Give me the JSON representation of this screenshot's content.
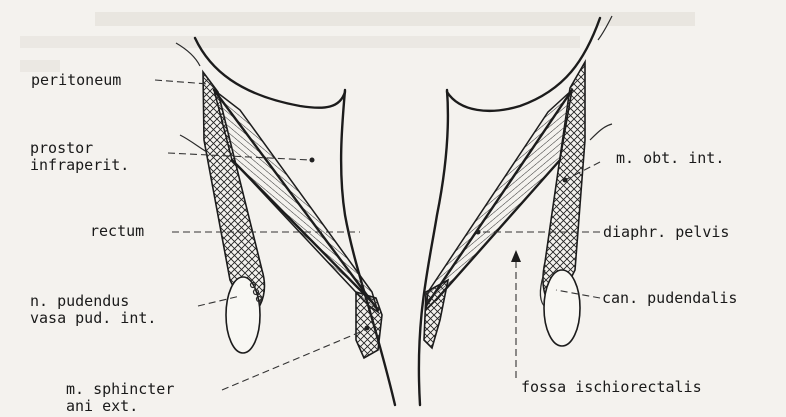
{
  "labels": {
    "peritoneum": "peritoneum",
    "prostor_line1": "prostor",
    "prostor_line2": "infraperit.",
    "rectum": "rectum",
    "pudendus_line1": "n. pudendus",
    "pudendus_line2": "vasa pud. int.",
    "sphincter_line1": "m. sphincter",
    "sphincter_line2": "ani ext.",
    "obt_int": "m. obt. int.",
    "diaphr_pelvis": "diaphr. pelvis",
    "can_pudendalis": "can. pudendalis",
    "fossa": "fossa ischiorectalis"
  }
}
